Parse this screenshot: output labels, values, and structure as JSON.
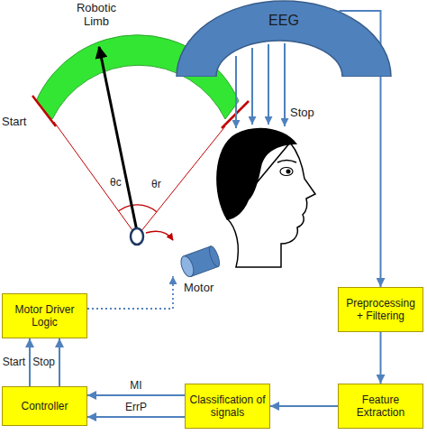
{
  "diagram": {
    "nodes": [
      {
        "text": [
          "EEG"
        ]
      },
      {
        "text": [
          "Preprocessing + Filtering"
        ]
      },
      {
        "text": [
          "Feature Extraction"
        ]
      },
      {
        "text": [
          "Classification of signals"
        ]
      },
      {
        "text": [
          "Controller"
        ]
      },
      {
        "text": [
          "Motor Driver Logic"
        ]
      }
    ],
    "edges": [
      {
        "from": 0,
        "to": 1,
        "arrow": "to"
      },
      {
        "from": 1,
        "to": 2,
        "arrow": "to"
      },
      {
        "from": 2,
        "to": 3,
        "arrow": "to"
      },
      {
        "from": 3,
        "to": 4,
        "label": "MI",
        "arrow": "to"
      },
      {
        "from": 3,
        "to": 4,
        "label": "ErrP",
        "arrow": "to"
      },
      {
        "from": 4,
        "to": 5,
        "label": "Start",
        "arrow": "to"
      },
      {
        "from": 4,
        "to": 5,
        "label": "Stop",
        "arrow": "to"
      }
    ],
    "labels": [
      "Robotic Limb",
      "Start",
      "Stop",
      "θc",
      "θr",
      "Motor"
    ]
  }
}
